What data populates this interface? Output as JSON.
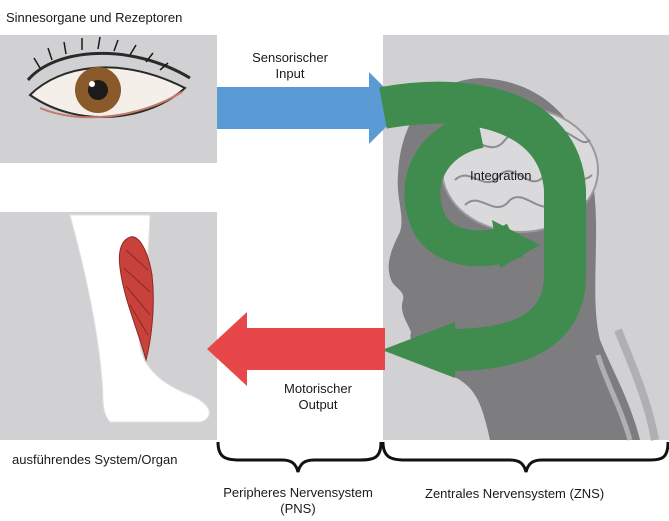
{
  "labels": {
    "top_left_title": "Sinnesorgane und Rezeptoren",
    "sensory_input_line1": "Sensorischer",
    "sensory_input_line2": "Input",
    "integration": "Integration",
    "motor_output_line1": "Motorischer",
    "motor_output_line2": "Output",
    "effector": "ausführendes System/Organ",
    "pns_line1": "Peripheres Nervensystem",
    "pns_line2": "(PNS)",
    "cns": "Zentrales Nervensystem (ZNS)"
  },
  "colors": {
    "panel_gray": "#d1d1d3",
    "head_gray": "#7d7d80",
    "sensory_arrow": "#5a9bd5",
    "motor_arrow": "#e8474a",
    "integration_loop": "#3f8c4e",
    "bracket": "#111111"
  }
}
